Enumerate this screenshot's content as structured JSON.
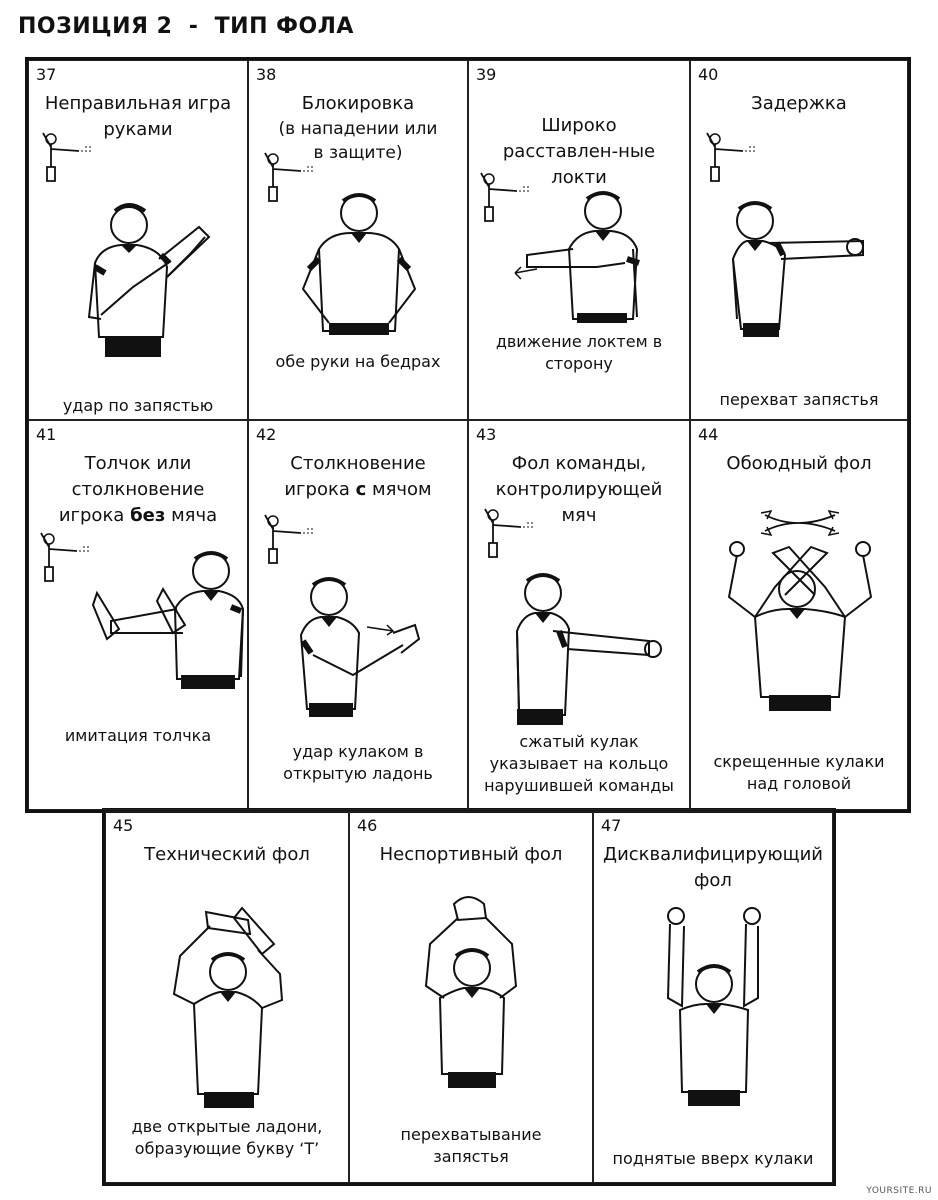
{
  "title": "ПОЗИЦИЯ 2  -  ТИП ФОЛА",
  "watermark": "YOURSITE.RU",
  "signals": [
    {
      "number": "37",
      "title": "Неправильная игра руками",
      "caption": "удар по запястью"
    },
    {
      "number": "38",
      "title": "Блокировка",
      "subtitle": "(в нападении или в защите)",
      "caption": "обе руки на бедрах"
    },
    {
      "number": "39",
      "title": "Широко расставлен-ные локти",
      "caption": "движение локтем в сторону"
    },
    {
      "number": "40",
      "title": "Задержка",
      "caption": "перехват запястья"
    },
    {
      "number": "41",
      "title_pre": "Толчок или столкновение игрока",
      "title_bold": "без",
      "title_post": "мяча",
      "caption": "имитация толчка"
    },
    {
      "number": "42",
      "title_pre": "Столкновение игрока",
      "title_bold": "с",
      "title_post": "мячом",
      "caption": "удар кулаком в открытую ладонь"
    },
    {
      "number": "43",
      "title": "Фол команды, контролирующей мяч",
      "caption": "сжатый кулак указывает на кольцо нарушившей команды"
    },
    {
      "number": "44",
      "title": "Обоюдный фол",
      "caption": "скрещенные кулаки над головой"
    },
    {
      "number": "45",
      "title": "Технический фол",
      "caption": "две открытые ладони, образующие букву ‘T’"
    },
    {
      "number": "46",
      "title": "Неспортивный фол",
      "caption": "перехватывание запястья"
    },
    {
      "number": "47",
      "title": "Дисквалифицирующий фол",
      "caption": "поднятые вверх кулаки"
    }
  ]
}
